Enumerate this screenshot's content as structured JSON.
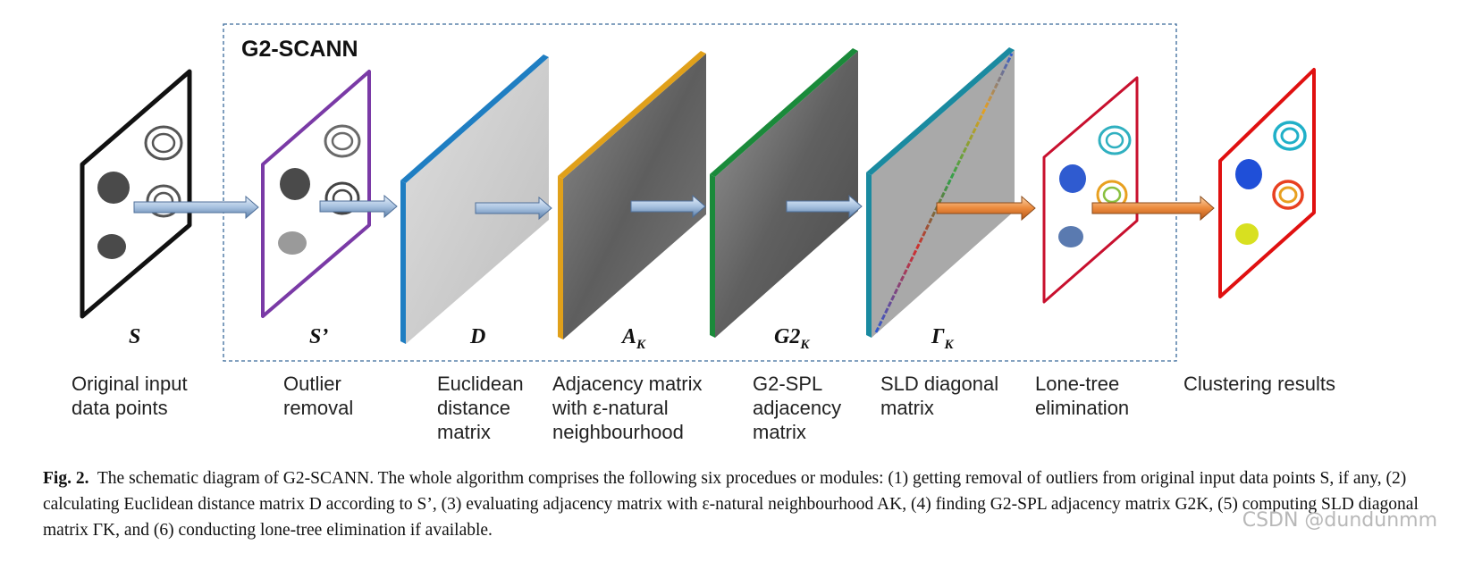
{
  "diagram": {
    "title": "G2-SCANN",
    "stages": [
      {
        "id": "s",
        "symbol": "S",
        "symbol_sub": "",
        "caption": [
          "Original input",
          "data points"
        ],
        "frame_color": "#111111"
      },
      {
        "id": "sp",
        "symbol": "S’",
        "symbol_sub": "",
        "caption": [
          "Outlier",
          "removal"
        ],
        "frame_color": "#7a3aa6"
      },
      {
        "id": "d",
        "symbol": "D",
        "symbol_sub": "",
        "caption": [
          "Euclidean",
          "distance",
          "matrix"
        ],
        "frame_color": "#1f7ec2"
      },
      {
        "id": "ak",
        "symbol": "A",
        "symbol_sub": "K",
        "caption": [
          "Adjacency matrix",
          "with ε-natural",
          "neighbourhood"
        ],
        "frame_color": "#e0a01a"
      },
      {
        "id": "g2",
        "symbol": "G2",
        "symbol_sub": "K",
        "caption": [
          "G2-SPL",
          "adjacency",
          "matrix"
        ],
        "frame_color": "#1a8a3a"
      },
      {
        "id": "gk",
        "symbol": "Γ",
        "symbol_sub": "K",
        "caption": [
          "SLD diagonal",
          "matrix"
        ],
        "frame_color": "#1a8aa0"
      },
      {
        "id": "lt",
        "symbol": "",
        "symbol_sub": "",
        "caption": [
          "Lone-tree",
          "elimination"
        ],
        "frame_color": "#c8102e"
      },
      {
        "id": "cr",
        "symbol": "",
        "symbol_sub": "",
        "caption": [
          "Clustering results"
        ],
        "frame_color": "#e01010"
      }
    ],
    "colors": {
      "dashed_box": "#3a6a9a",
      "arrow_blue": "#9bb8d8",
      "arrow_orange": "#e8833a"
    }
  },
  "figure_caption": {
    "label": "Fig. 2.",
    "text": "The schematic diagram of G2-SCANN. The whole algorithm comprises the following six procedues or modules: (1) getting removal of outliers from original input data points S, if any, (2) calculating Euclidean distance matrix D according to S’, (3) evaluating adjacency matrix with ε-natural neighbourhood AK, (4) finding G2-SPL adjacency matrix G2K, (5) computing SLD diagonal matrix ΓK, and (6) conducting lone-tree elimination if available."
  },
  "watermark": "CSDN @dundunmm"
}
